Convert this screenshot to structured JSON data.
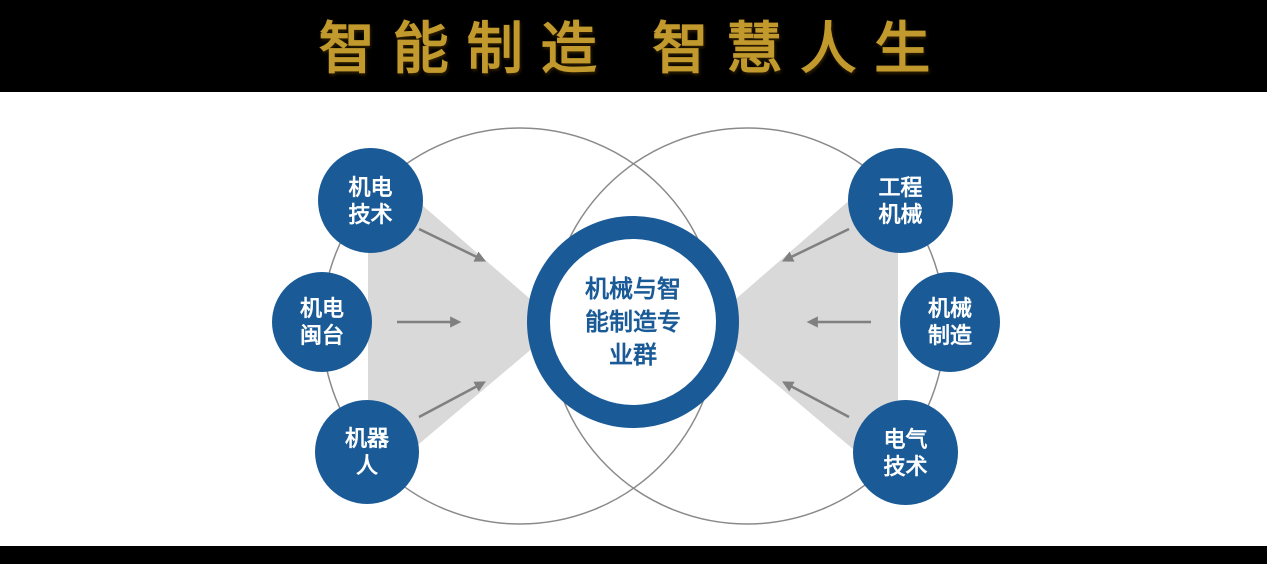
{
  "title": "智能制造 智慧人生",
  "center_node": {
    "lines": [
      "机械与智",
      "能制造专",
      "业群"
    ]
  },
  "left_nodes": [
    {
      "lines": [
        "机电",
        "技术"
      ]
    },
    {
      "lines": [
        "机电",
        "闽台"
      ]
    },
    {
      "lines": [
        "机器",
        "人"
      ]
    }
  ],
  "right_nodes": [
    {
      "lines": [
        "工程",
        "机械"
      ]
    },
    {
      "lines": [
        "机械",
        "制造"
      ]
    },
    {
      "lines": [
        "电气",
        "技术"
      ]
    }
  ],
  "colors": {
    "title_gold": "#C1992C",
    "node_blue": "#1A5B97",
    "funnel_gray": "#D9D9D9",
    "arrow_gray": "#808080",
    "circle_outline_gray": "#8A8A8A",
    "background_black": "#000000",
    "panel_white": "#FFFFFF"
  }
}
